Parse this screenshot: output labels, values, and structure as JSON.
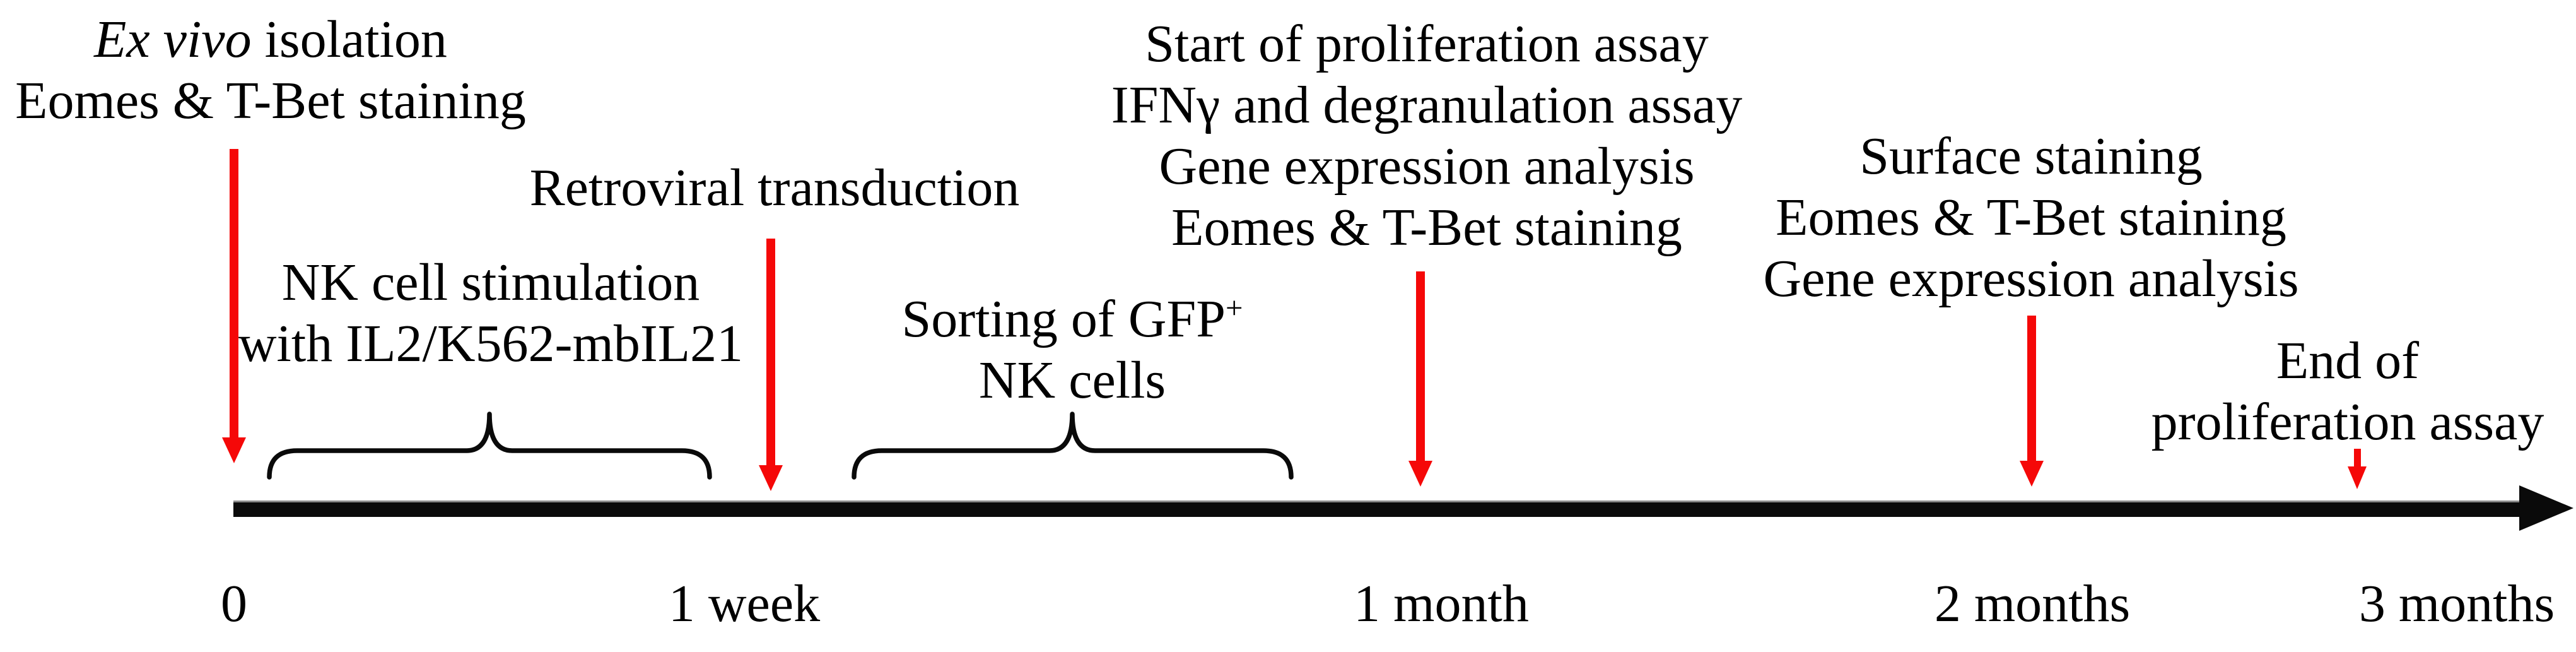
{
  "labels": {
    "t0": {
      "line1_italic": "Ex vivo",
      "line1_rest": " isolation",
      "line2": "Eomes & T-Bet staining"
    },
    "week1": {
      "line1": "Retroviral transduction"
    },
    "month1": {
      "lines": [
        "Start of proliferation assay",
        "IFNγ and degranulation assay",
        "Gene expression analysis",
        "Eomes & T-Bet staining"
      ]
    },
    "month2": {
      "lines": [
        "Surface staining",
        "Eomes & T-Bet staining",
        "Gene expression analysis"
      ]
    },
    "month3": {
      "lines": [
        "End of",
        "proliferation assay"
      ]
    },
    "stim_phase": {
      "line1": "NK cell stimulation",
      "line2": "with IL2/K562-mbIL21"
    },
    "sorting_phase": {
      "line1_main": "Sorting of GFP",
      "line1_sup": "+",
      "line2": "NK cells"
    }
  },
  "axis": {
    "ticks": [
      "0",
      "1 week",
      "1 month",
      "2 months",
      "3 months"
    ]
  },
  "colors": {
    "arrow_red": "#f50808",
    "line_black": "#0a0a0a",
    "text_black": "#000000",
    "background": "#ffffff"
  }
}
